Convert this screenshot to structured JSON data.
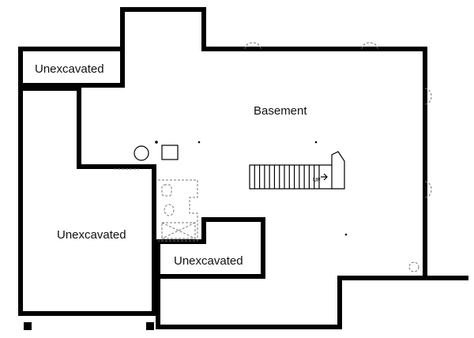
{
  "floor_plan": {
    "rooms": {
      "basement": "Basement",
      "unexcavated_top_left": "Unexcavated",
      "unexcavated_left": "Unexcavated",
      "unexcavated_bottom": "Unexcavated"
    },
    "symbols": {
      "stairs": "stairs-icon",
      "up_arrow_label": "UP",
      "water_heater": "water-heater-icon",
      "furnace": "furnace-icon",
      "bathroom_rough_in": "bath-rough-in-icon",
      "windows": "window-icon",
      "floor_drain": "floor-drain-icon",
      "support_column": "column-icon"
    },
    "colors": {
      "walls": "#000000",
      "background": "#ffffff",
      "dashed_fixtures": "#777777"
    }
  }
}
